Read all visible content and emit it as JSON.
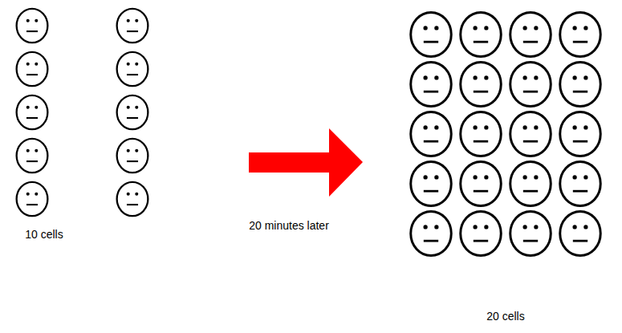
{
  "diagram": {
    "labels": [
      "10 cells",
      "20 minutes later",
      "20 cells"
    ]
  }
}
